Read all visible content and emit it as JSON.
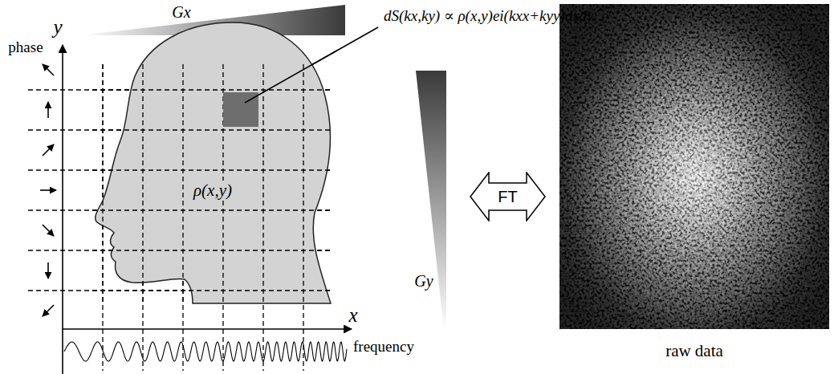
{
  "diagram": {
    "nodes": [
      {
        "text": [
          "ρ(x,y)"
        ]
      },
      {
        "text": [
          "FT"
        ]
      },
      {
        "text": [
          "raw data"
        ]
      }
    ],
    "labels": [
      "y",
      "phase",
      "Gx",
      "dS(kx,ky) ∝ ρ(x,y)ei(kxx+kyy)dxdy",
      "Gy",
      "x",
      "frequency"
    ]
  }
}
